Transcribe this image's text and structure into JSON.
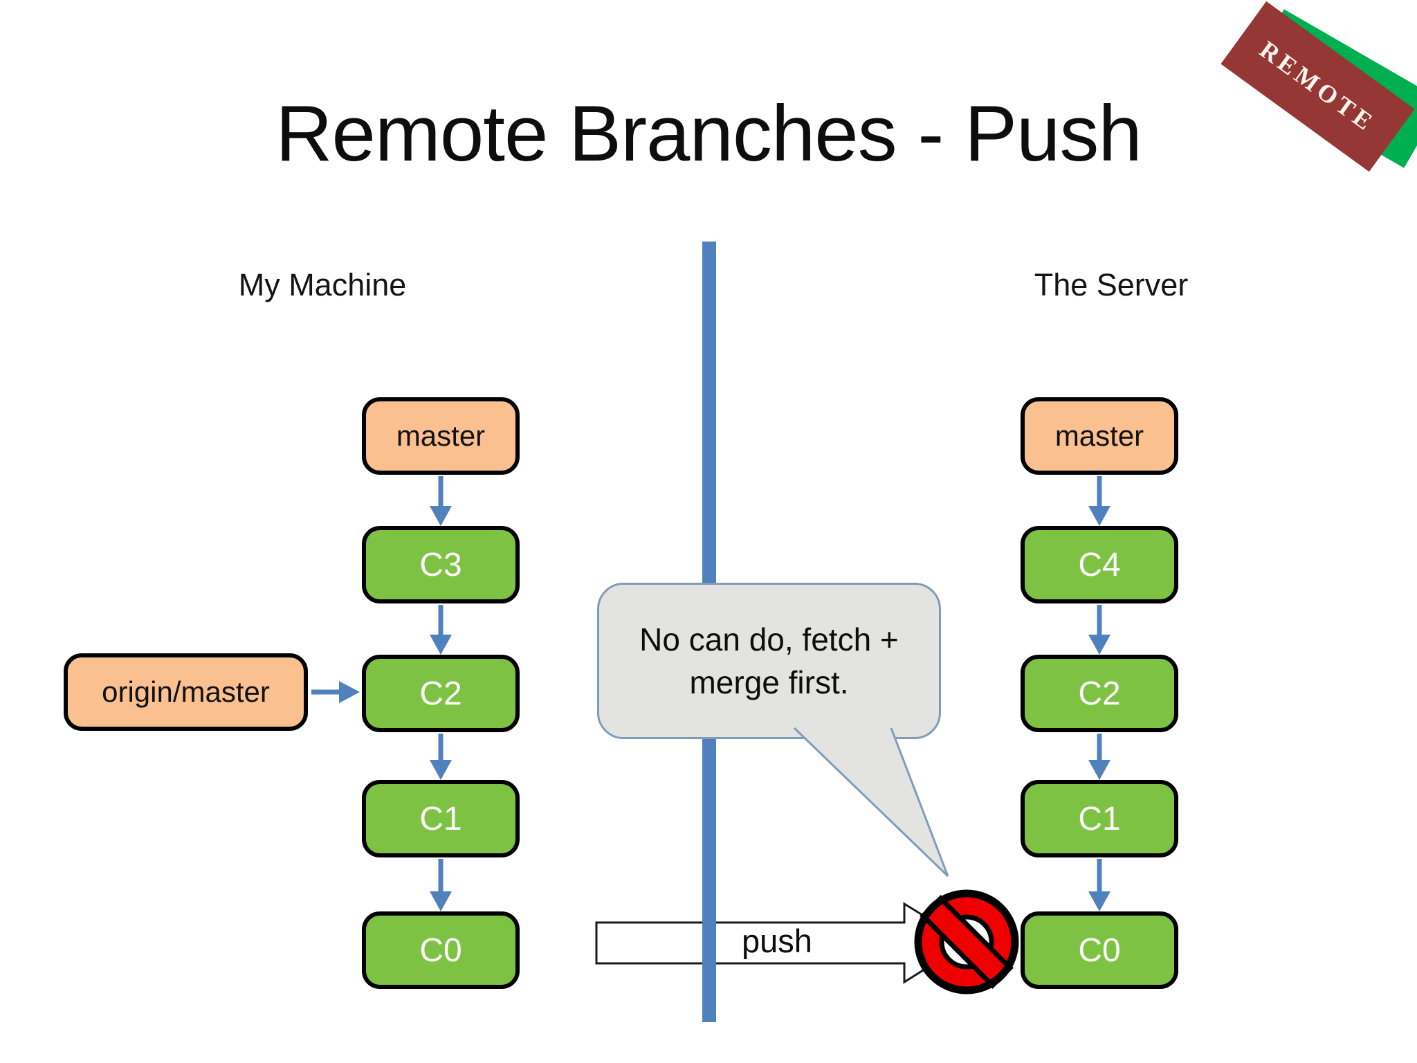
{
  "slide": {
    "title": "Remote Branches - Push"
  },
  "badge": {
    "label": "REMOTE"
  },
  "machine": {
    "heading": "My Machine",
    "branch_label": "master",
    "remote_label": "origin/master",
    "commits": [
      "C3",
      "C2",
      "C1",
      "C0"
    ]
  },
  "server": {
    "heading": "The Server",
    "branch_label": "master",
    "commits": [
      "C4",
      "C2",
      "C1",
      "C0"
    ]
  },
  "callout": {
    "text_line1": "No can do, fetch +",
    "text_line2": "merge first."
  },
  "push": {
    "label": "push"
  },
  "colors": {
    "branch_fill": "#FAC090",
    "commit_fill": "#7DC242",
    "arrow_blue": "#4F81BD",
    "callout_fill": "#E3E3E2",
    "callout_border": "#7F9DB9",
    "prohibition_red": "#EE0000",
    "badge_maroon": "#953735",
    "badge_green": "#00B050"
  }
}
